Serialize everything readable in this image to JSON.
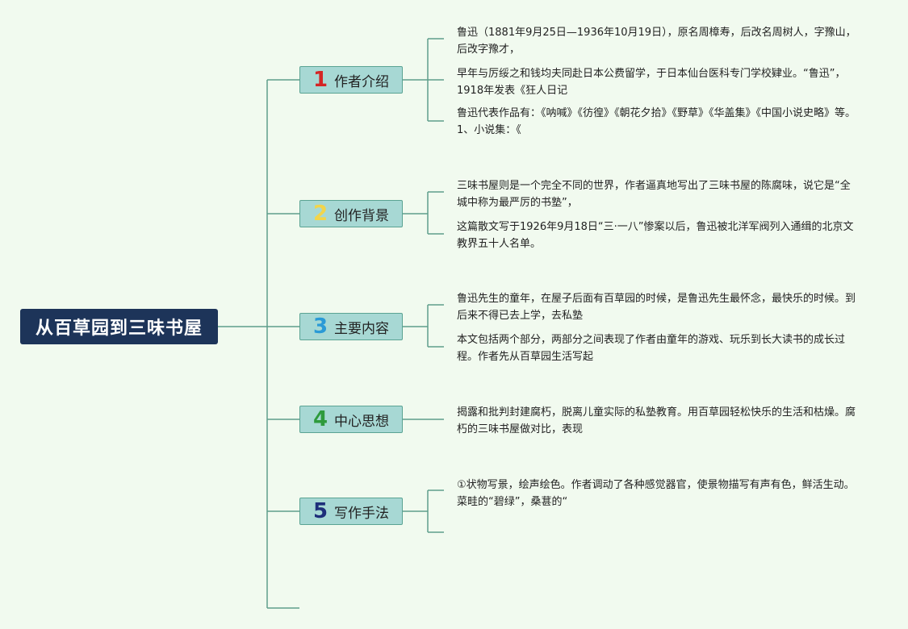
{
  "root": {
    "label": "从百草园到三味书屋"
  },
  "topics": [
    {
      "number": "1",
      "label": "作者介绍",
      "number_color": "#d42525",
      "notes": [
        "鲁迅（1881年9月25日—1936年10月19日），原名周樟寿，后改名周树人，字豫山，后改字豫才，",
        "早年与厉绥之和钱均夫同赴日本公费留学，于日本仙台医科专门学校肄业。“鲁迅”，1918年发表《狂人日记",
        "鲁迅代表作品有：《呐喊》《彷徨》《朝花夕拾》《野草》《华盖集》《中国小说史略》等。 1、小说集：《"
      ]
    },
    {
      "number": "2",
      "label": "创作背景",
      "number_color": "#f2d54a",
      "notes": [
        "三味书屋则是一个完全不同的世界，作者逼真地写出了三味书屋的陈腐味，说它是“全城中称为最严厉的书塾”，",
        "这篇散文写于1926年9月18日“三·一八”惨案以后，鲁迅被北洋军阀列入通缉的北京文教界五十人名单。"
      ]
    },
    {
      "number": "3",
      "label": "主要内容",
      "number_color": "#2a9ad6",
      "notes": [
        "鲁迅先生的童年，在屋子后面有百草园的时候，是鲁迅先生最怀念，最快乐的时候。到后来不得已去上学，去私塾",
        "本文包括两个部分，两部分之间表现了作者由童年的游戏、玩乐到长大读书的成长过程。作者先从百草园生活写起"
      ]
    },
    {
      "number": "4",
      "label": "中心思想",
      "number_color": "#2e9a3c",
      "notes": [
        "揭露和批判封建腐朽，脱离儿童实际的私塾教育。用百草园轻松快乐的生活和枯燥。腐朽的三味书屋做对比，表现"
      ]
    },
    {
      "number": "5",
      "label": "写作手法",
      "number_color": "#1e2f7a",
      "notes": [
        "①状物写景，绘声绘色。作者调动了各种感觉器官，使景物描写有声有色，鲜活生动。菜畦的“碧绿”，桑葚的“"
      ]
    }
  ],
  "colors": {
    "line": "#5f9e8c",
    "root_bg": "#1d3459",
    "topic_bg": "#a7d8d4"
  }
}
